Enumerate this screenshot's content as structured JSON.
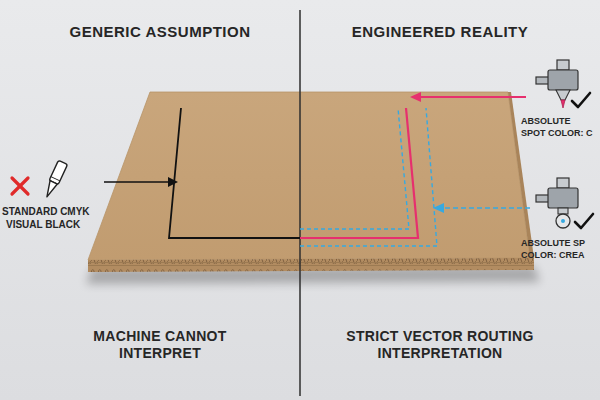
{
  "diagram": {
    "labels": [
      "GENERIC ASSUMPTION",
      "ENGINEERED REALITY",
      "STANDARD CMYK",
      "VISUAL BLACK",
      "ABSOLUTE",
      "SPOT COLOR: C",
      "ABSOLUTE SP",
      "COLOR: CREA",
      "MACHINE CANNOT INTERPRET",
      "STRICT VECTOR ROUTING INTERPRETATION"
    ]
  }
}
